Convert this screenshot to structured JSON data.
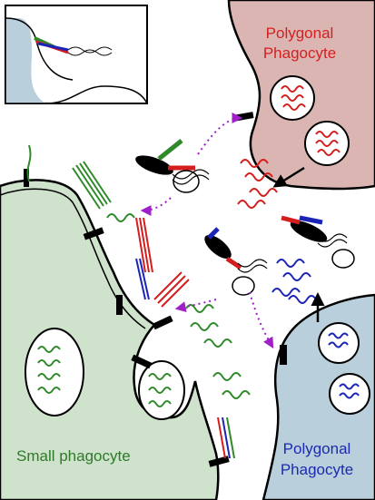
{
  "labels": {
    "top_right_line1": "Polygonal",
    "top_right_line2": "Phagocyte",
    "bottom_right_line1": "Polygonal",
    "bottom_right_line2": "Phagocyte",
    "bottom_left": "Small phagocyte"
  },
  "colors": {
    "pink_cell": "#dbb5b2",
    "blue_cell": "#b9cfdc",
    "green_cell": "#cfe2cc",
    "red_label": "#d42020",
    "blue_label": "#1c2ab0",
    "green_label": "#2f7a2a",
    "green_worm": "#2f8a2a",
    "red_worm": "#d41e1e",
    "blue_worm": "#1c24b8",
    "purple_arrow": "#a020c8"
  },
  "icons": {
    "inset": "inset-schematic",
    "bacteria": "flagellated-bacterium-icon"
  }
}
